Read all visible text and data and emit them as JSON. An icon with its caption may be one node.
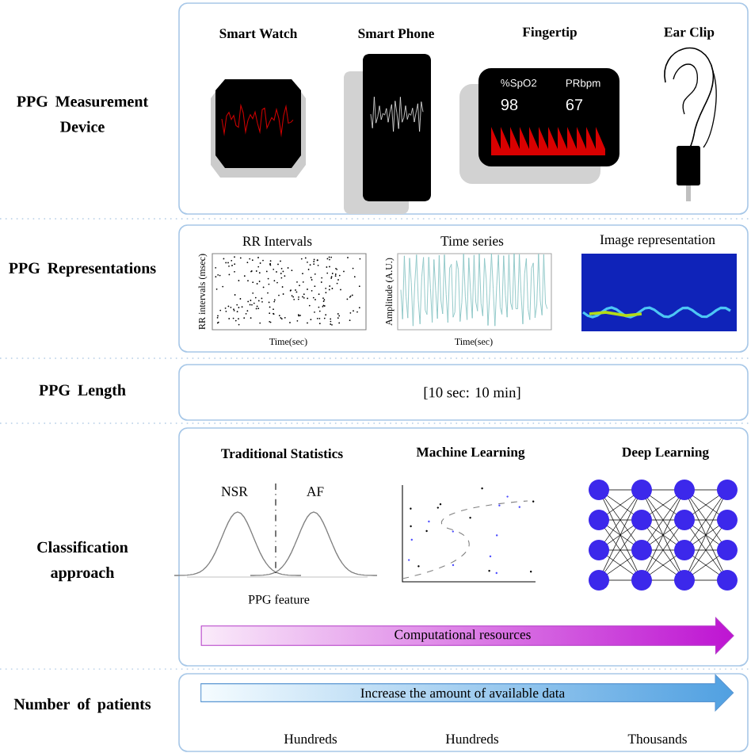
{
  "diagram": {
    "nodes": [
      {
        "text": [
          "Computational resources"
        ]
      },
      {
        "text": [
          "Increase the amount of available data"
        ]
      }
    ],
    "labels": [
      "PPG Measurement Device",
      "Smart Watch",
      "Smart Phone",
      "Fingertip",
      "Ear Clip",
      "%SpO2",
      "PRbpm",
      "98",
      "67",
      "PPG Representations",
      "RR Intervals",
      "Time series",
      "Image representation",
      "RR intervals (msec)",
      "Time(sec)",
      "Amplitude (A.U.)",
      "Time(sec)",
      "PPG Length",
      "[10 sec: 10 min]",
      "Classification approach",
      "Traditional Statistics",
      "Machine Learning",
      "Deep Learning",
      "NSR",
      "AF",
      "PPG feature",
      "Number of patients",
      "Hundreds",
      "Hundreds",
      "Thousands"
    ]
  }
}
